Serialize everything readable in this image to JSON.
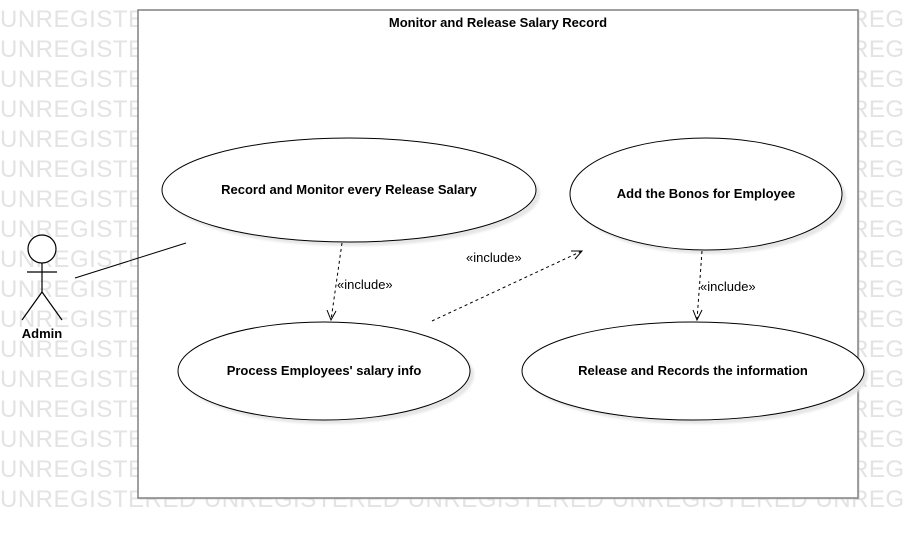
{
  "watermark": "UNREGISTERED",
  "system_title": "Monitor and Release Salary Record",
  "actor": {
    "name": "Admin"
  },
  "use_cases": {
    "record_monitor": "Record and Monitor every Release Salary",
    "add_bonus": "Add the Bonos for Employee",
    "process_info": "Process Employees' salary  info",
    "release_records": "Release and Records  the information"
  },
  "relations": {
    "include_1": "«include»",
    "include_2": "«include»",
    "include_3": "«include»"
  },
  "colors": {
    "line": "#000000",
    "frame": "#808080",
    "watermark": "#e3e3e3",
    "shadow": "#e6e6e6"
  }
}
